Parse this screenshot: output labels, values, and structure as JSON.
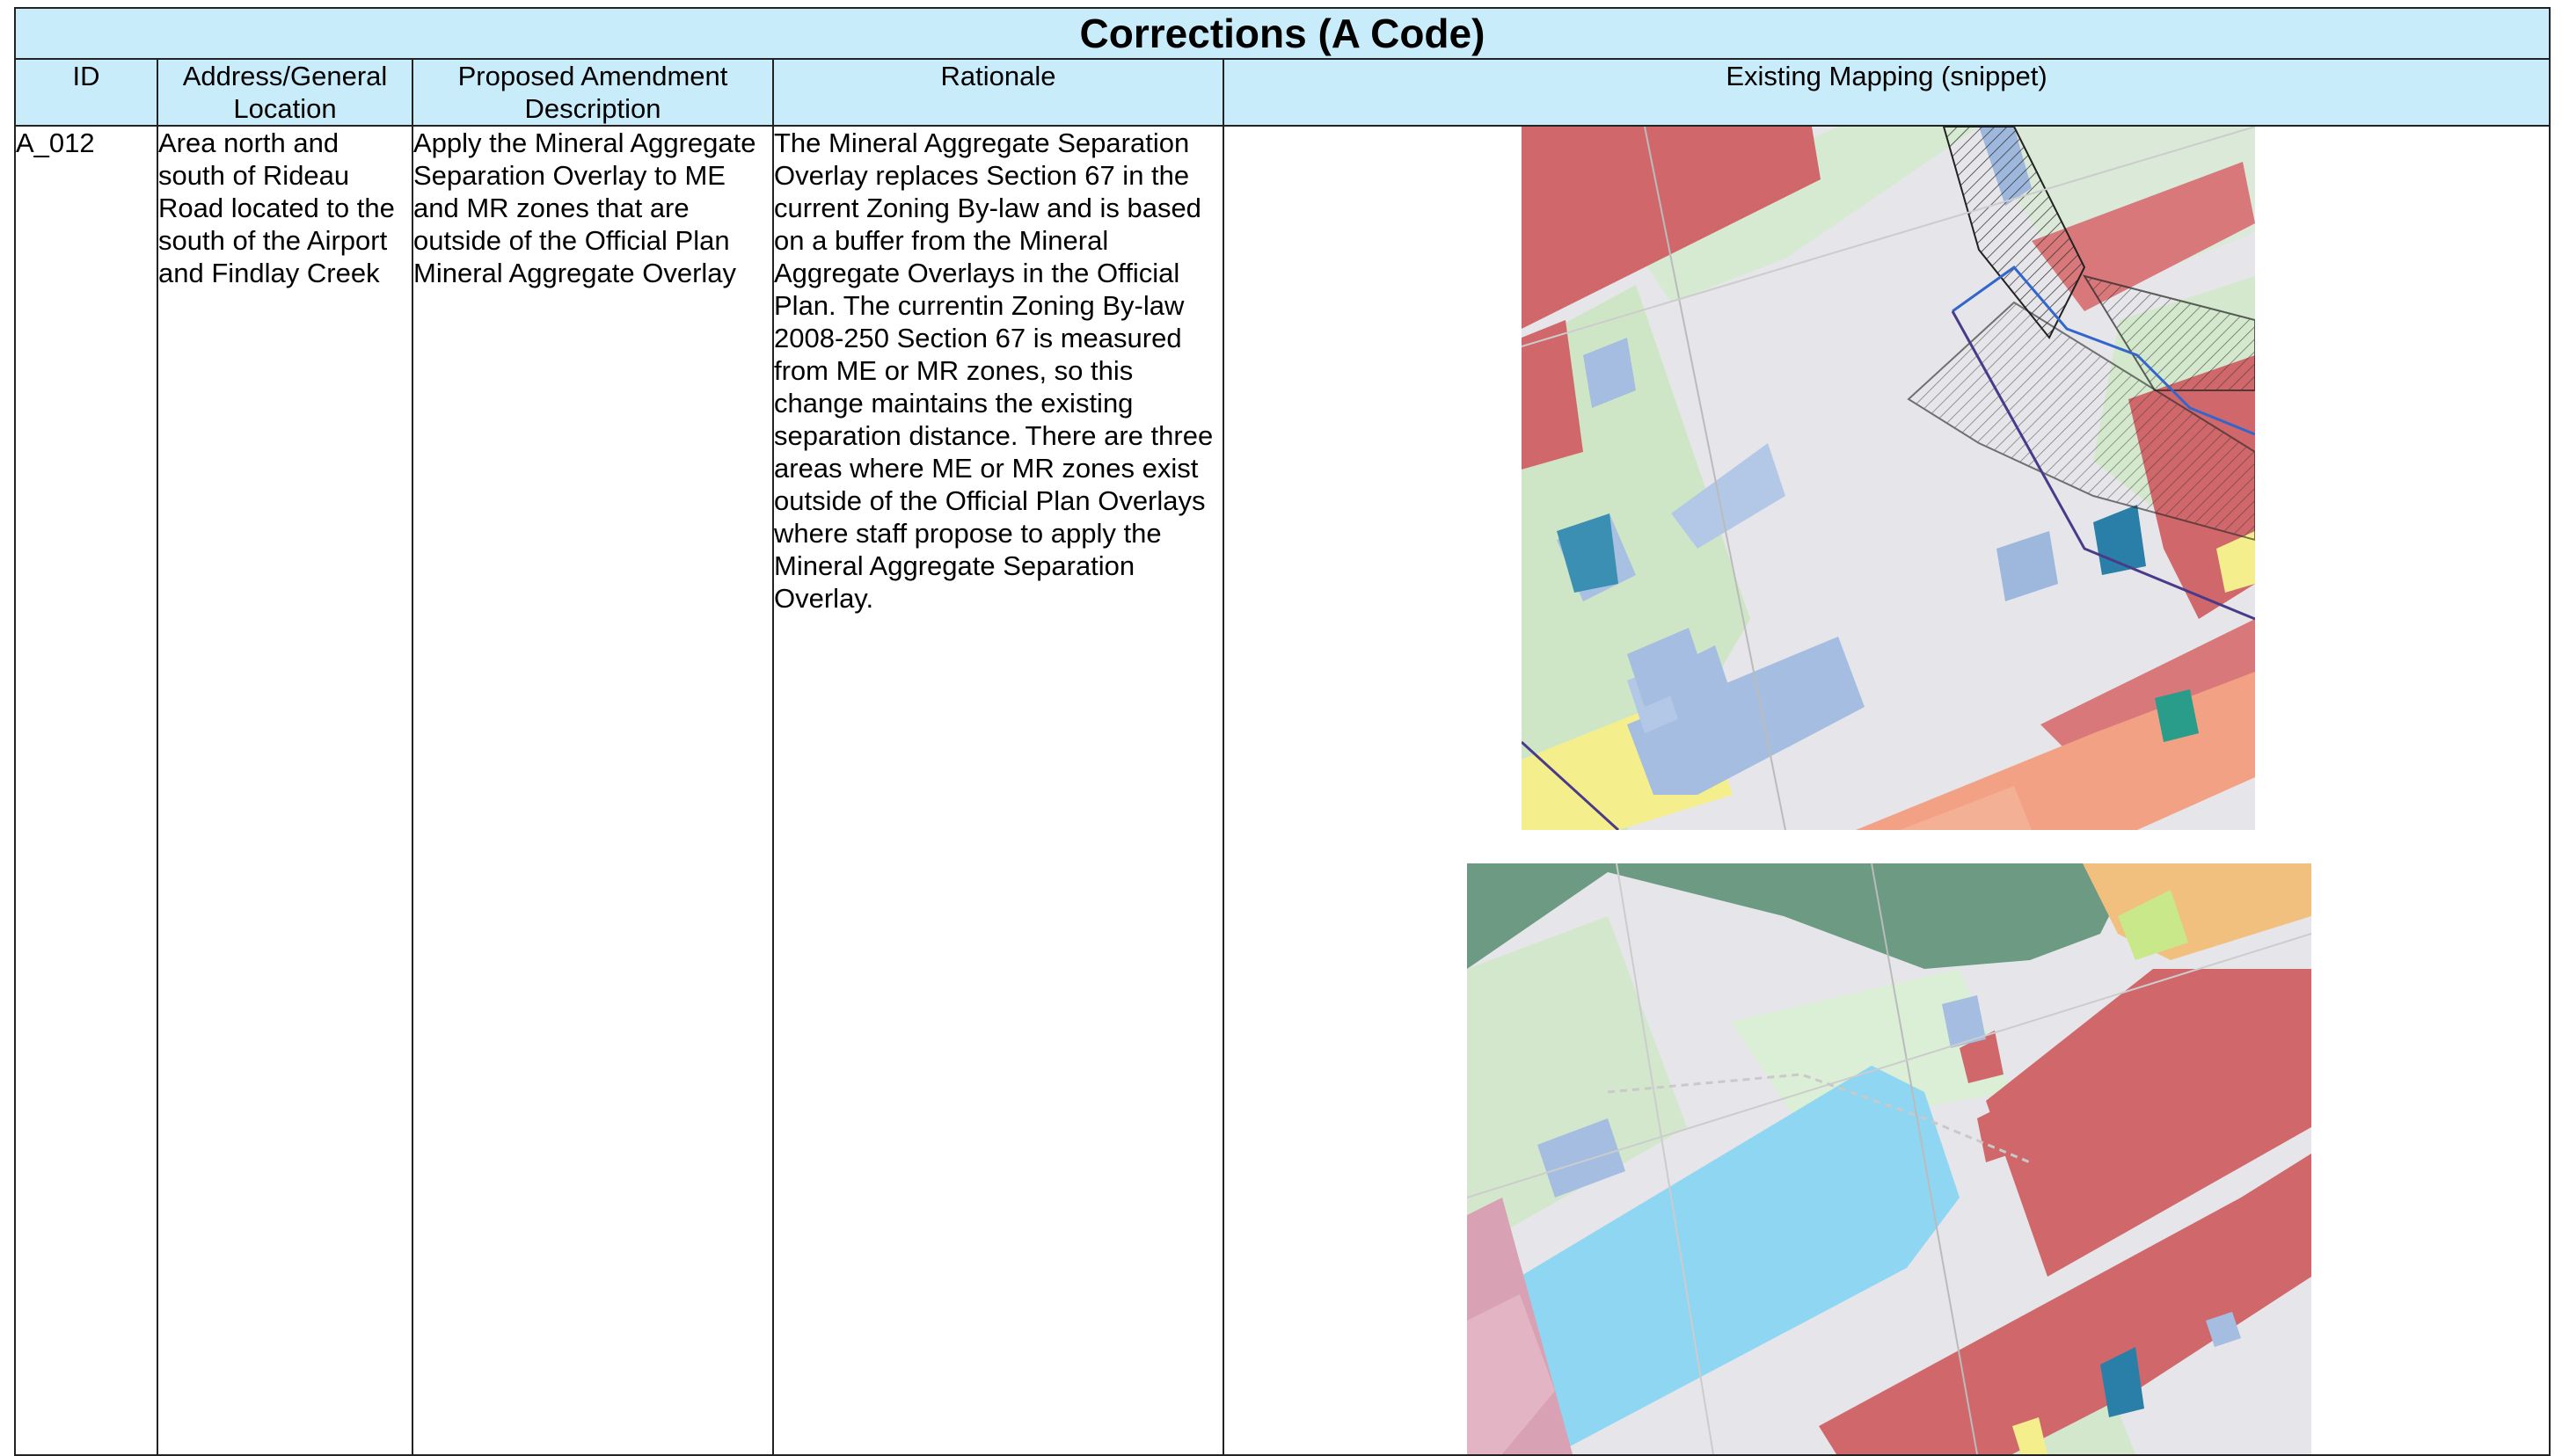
{
  "title": "Corrections (A Code)",
  "headers": {
    "id": "ID",
    "location": "Address/General Location",
    "amendment": "Proposed Amendment Description",
    "rationale": "Rationale",
    "mapping": "Existing Mapping (snippet)"
  },
  "row": {
    "id": "A_012",
    "location": "Area north and south of Rideau Road located to the south of the Airport and Findlay Creek",
    "amendment": "Apply the Mineral Aggregate Separation Overlay to ME and MR zones that are outside of the Official Plan Mineral Aggregate Overlay",
    "rationale": "The Mineral Aggregate Separation Overlay replaces Section 67 in the current Zoning By-law and is based on a buffer from the Mineral Aggregate Overlays in the Official Plan. The currentin Zoning By-law 2008-250 Section 67 is measured from ME or MR zones, so this change maintains the existing separation distance. There are three areas where ME or MR zones exist outside of the Official Plan Overlays where staff propose to apply the Mineral Aggregate Separation Overlay."
  },
  "colors": {
    "header_bg": "#c9ecfb",
    "zone_red": "#d0686b",
    "zone_green": "#cfe6c6",
    "zone_blue": "#a4bde0",
    "zone_cyan": "#8fd6f2",
    "zone_yellow": "#f4ef8c",
    "zone_orange": "#f2a184",
    "zone_darkgreen": "#6d9a82",
    "zone_pink": "#d8a2b4",
    "map_base": "#e5e5e8"
  }
}
